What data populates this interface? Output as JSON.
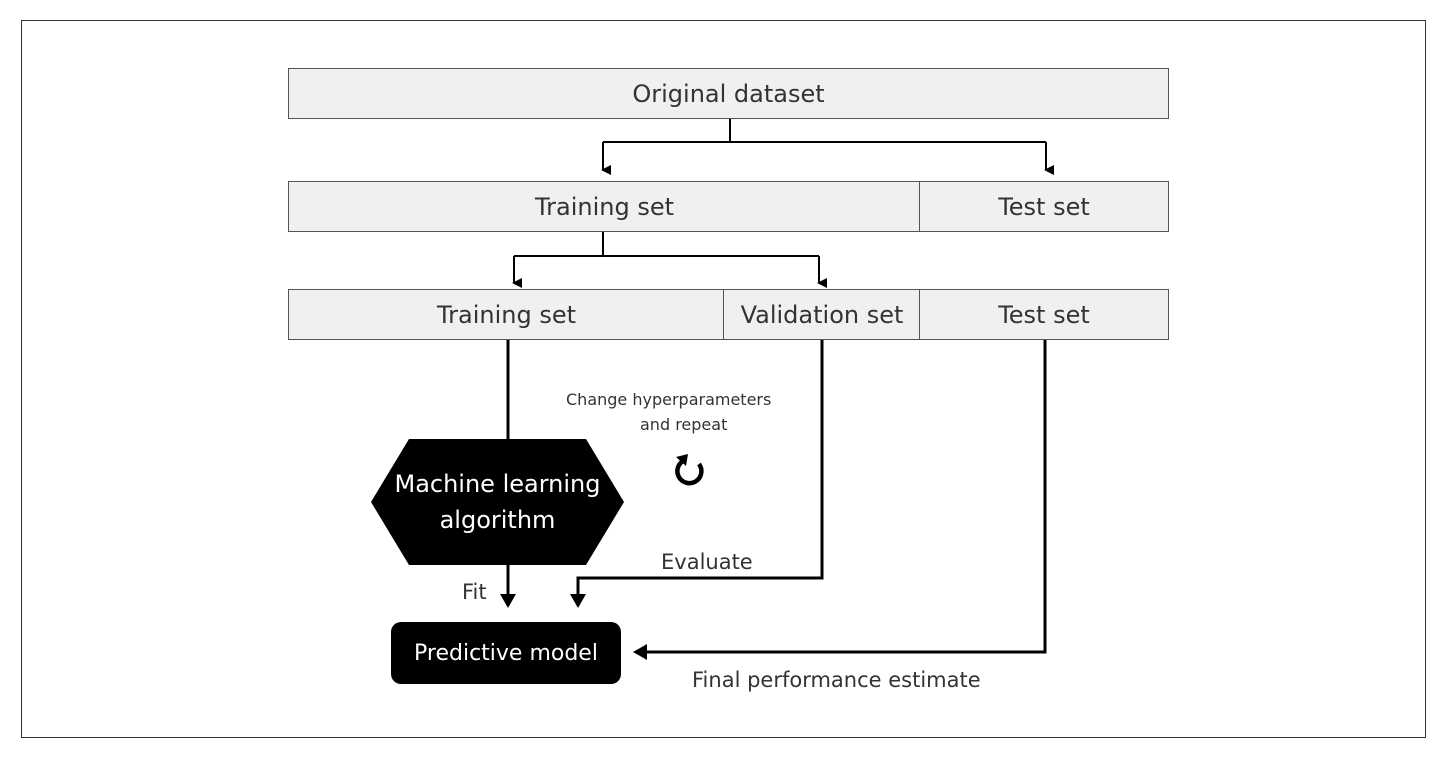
{
  "diagram": {
    "row1": {
      "original": "Original dataset"
    },
    "row2": {
      "training": "Training set",
      "test": "Test set"
    },
    "row3": {
      "training": "Training set",
      "validation": "Validation set",
      "test": "Test set"
    },
    "algorithm": {
      "line1": "Machine learning",
      "line2": "algorithm"
    },
    "model": "Predictive model",
    "labels": {
      "change1": "Change hyperparameters",
      "change2": "and repeat",
      "evaluate": "Evaluate",
      "fit": "Fit",
      "final": "Final performance estimate"
    },
    "icons": {
      "repeat": "refresh-icon"
    },
    "colors": {
      "box_fill": "#f0f0f0",
      "dark_fill": "#000000",
      "line": "#000000"
    }
  }
}
